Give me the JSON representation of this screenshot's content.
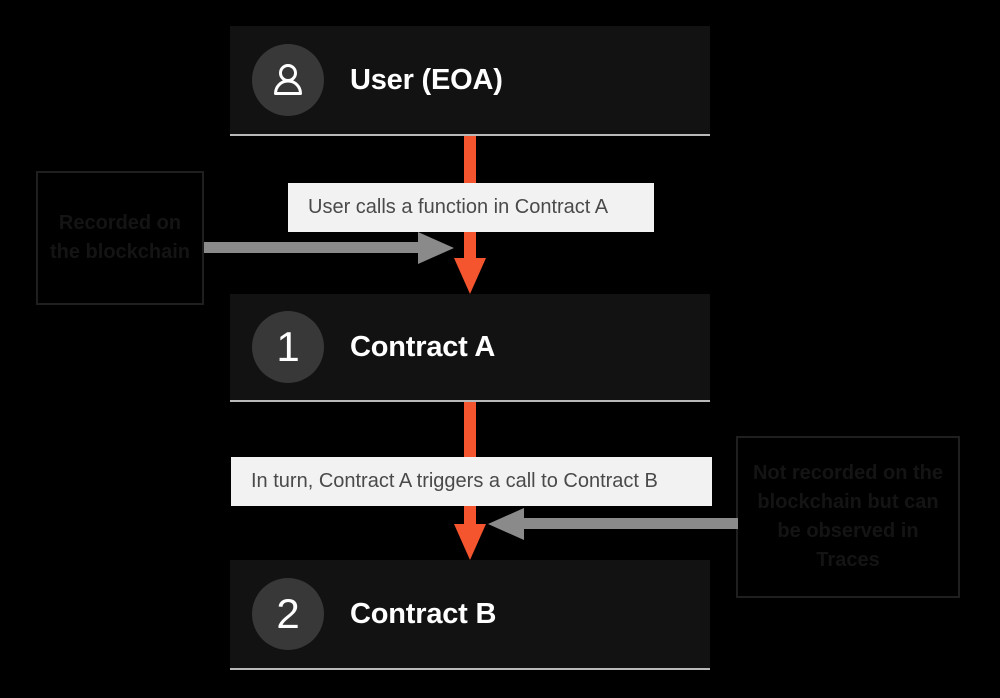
{
  "diagram": {
    "title": "Transaction call flow: User to Contract A to Contract B",
    "colors": {
      "background": "#000000",
      "node_fill": "#121212",
      "node_underline": "#b9b9b9",
      "badge_fill": "#383838",
      "chip_fill": "#f2f2f2",
      "chip_text": "#4a4a4a",
      "arrow_orange": "#f4552f",
      "arrow_gray": "#8a8a8a",
      "annotation_text": "#141414",
      "annotation_border": "#1f1f1f"
    },
    "nodes": [
      {
        "id": "user",
        "badge": "person-icon",
        "badge_kind": "icon",
        "label": "User (EOA)"
      },
      {
        "id": "contract-a",
        "badge": "1",
        "badge_kind": "number",
        "label": "Contract A"
      },
      {
        "id": "contract-b",
        "badge": "2",
        "badge_kind": "number",
        "label": "Contract B"
      }
    ],
    "captions": [
      {
        "id": "caption-user-to-a",
        "text": "User calls a function in Contract A"
      },
      {
        "id": "caption-a-to-b",
        "text": "In turn, Contract A triggers a call to Contract B"
      }
    ],
    "annotations": [
      {
        "id": "annotation-recorded",
        "lines": [
          "Recorded",
          "on the",
          "blockchain"
        ],
        "text": "Recorded on the blockchain"
      },
      {
        "id": "annotation-not-recorded",
        "lines": [
          "Not recorded on the",
          "blockchain but can",
          "be observed in",
          "Traces"
        ],
        "text": "Not recorded on the blockchain but can be observed in Traces"
      }
    ],
    "arrows": [
      {
        "id": "arrow-user-to-contract-a",
        "color": "#f4552f",
        "direction": "down"
      },
      {
        "id": "arrow-contract-a-to-contract-b",
        "color": "#f4552f",
        "direction": "down"
      },
      {
        "id": "arrow-recorded-pointer",
        "color": "#8a8a8a",
        "direction": "right"
      },
      {
        "id": "arrow-not-recorded-pointer",
        "color": "#8a8a8a",
        "direction": "left"
      }
    ]
  }
}
